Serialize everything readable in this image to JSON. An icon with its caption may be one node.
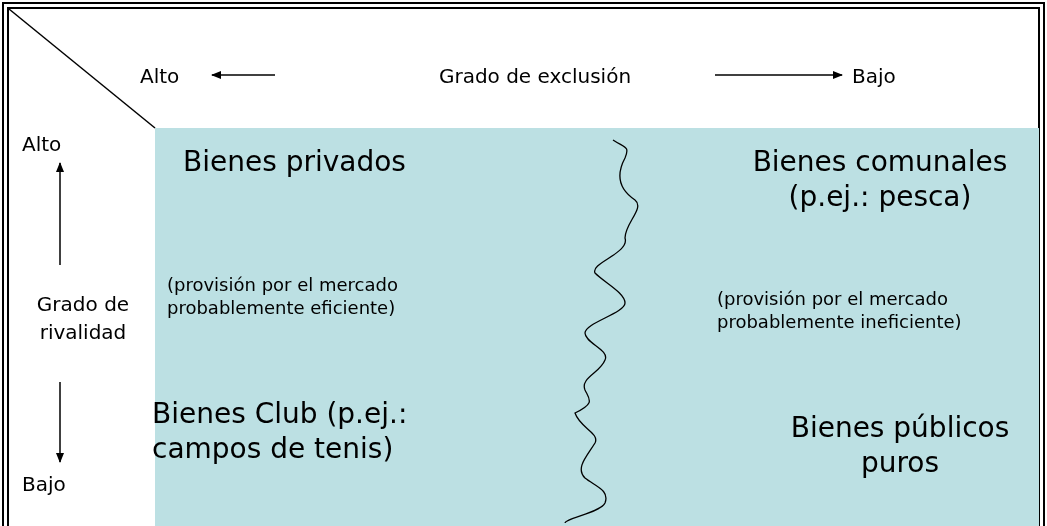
{
  "diagram": {
    "nodes": [
      {
        "text": [
          "Bienes privados",
          "Bienes comunales (p.ej.: pesca)",
          "(provisión por el mercado probablemente eficiente)",
          "(provisión por el mercado probablemente ineficiente)",
          "Bienes Club (p.ej.: campos de tenis)",
          "Bienes públicos puros"
        ]
      }
    ],
    "edges": [],
    "labels": [
      "Alto",
      "Grado de exclusión",
      "Bajo",
      "Alto",
      "Grado de rivalidad",
      "Bajo"
    ]
  }
}
